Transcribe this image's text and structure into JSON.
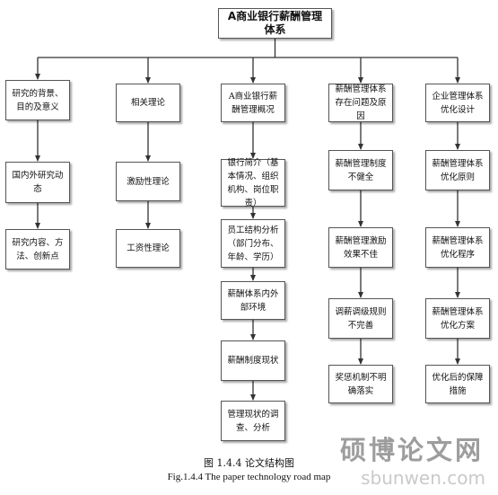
{
  "diagram": {
    "root": "A商业银行薪酬管理体系",
    "columns": [
      {
        "head": "研究的背景、目的及意义",
        "items": [
          "国内外研究动态",
          "研究内容、方法、创新点"
        ]
      },
      {
        "head": "相关理论",
        "items": [
          "激励性理论",
          "工资性理论"
        ]
      },
      {
        "head": "A商业银行薪酬管理概况",
        "items": [
          "银行简介（基本情况、组织机构、岗位职责）",
          "员工结构分析（部门分布、年龄、学历）",
          "薪酬体系内外部环境",
          "薪酬制度现状",
          "管理现状的调查、分析"
        ]
      },
      {
        "head": "薪酬管理体系存在问题及原因",
        "items": [
          "薪酬管理制度不健全",
          "薪酬管理激励效果不佳",
          "调薪调级规则不完善",
          "奖惩机制不明确落实"
        ]
      },
      {
        "head": "企业管理体系优化设计",
        "items": [
          "薪酬管理体系优化原则",
          "薪酬管理体系优化程序",
          "薪酬管理体系优化方案",
          "优化后的保障措施"
        ]
      }
    ]
  },
  "caption": {
    "cn": "图 1.4.4  论文结构图",
    "en": "Fig.1.4.4 The paper technology road map"
  },
  "watermark": {
    "text": "硕博论文网",
    "url": "sbunwen.com"
  }
}
